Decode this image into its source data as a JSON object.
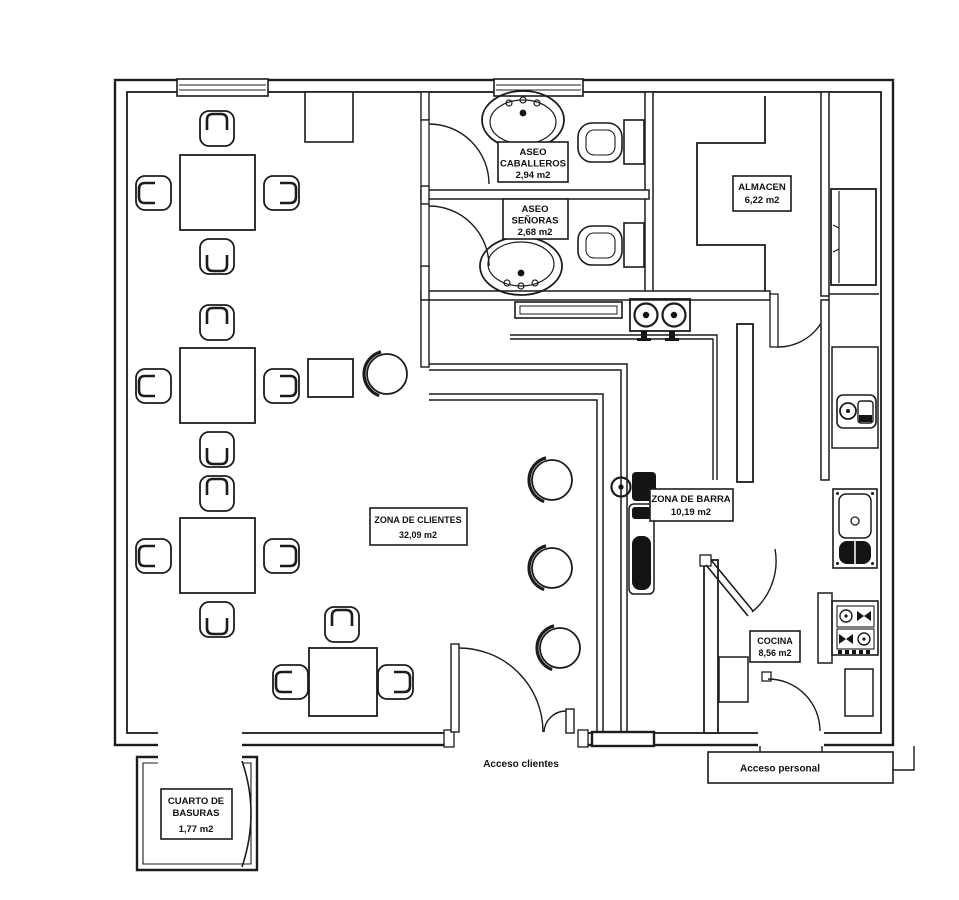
{
  "floor_plan": {
    "background": "#ffffff",
    "line_color": "#1c1c1c",
    "rooms": {
      "zona_de_clientes": {
        "name": "ZONA DE CLIENTES",
        "area": "32,09 m2"
      },
      "zona_de_barra": {
        "name": "ZONA DE BARRA",
        "area": "10,19 m2"
      },
      "aseo_caballeros": {
        "name_line1": "ASEO",
        "name_line2": "CABALLEROS",
        "area": "2,94 m2"
      },
      "aseo_senoras": {
        "name_line1": "ASEO",
        "name_line2": "SEÑORAS",
        "area": "2,68 m2"
      },
      "almacen": {
        "name": "ALMACEN",
        "area": "6,22 m2"
      },
      "cocina": {
        "name": "COCINA",
        "area": "8,56 m2"
      },
      "cuarto_de_basuras": {
        "name_line1": "CUARTO DE",
        "name_line2": "BASURAS",
        "area": "1,77 m2"
      }
    },
    "entrances": {
      "clientes": "Acceso clientes",
      "personal": "Acceso personal"
    },
    "fixtures": [
      "dining-table",
      "chair",
      "stool",
      "washbasin",
      "toilet",
      "bar-counter",
      "back-bar-shelf",
      "coffee-machine",
      "beer-tap",
      "bottle-cooler",
      "fridge",
      "worktop-appliance",
      "kitchen-sink",
      "stove",
      "cabinet",
      "door",
      "window"
    ]
  }
}
